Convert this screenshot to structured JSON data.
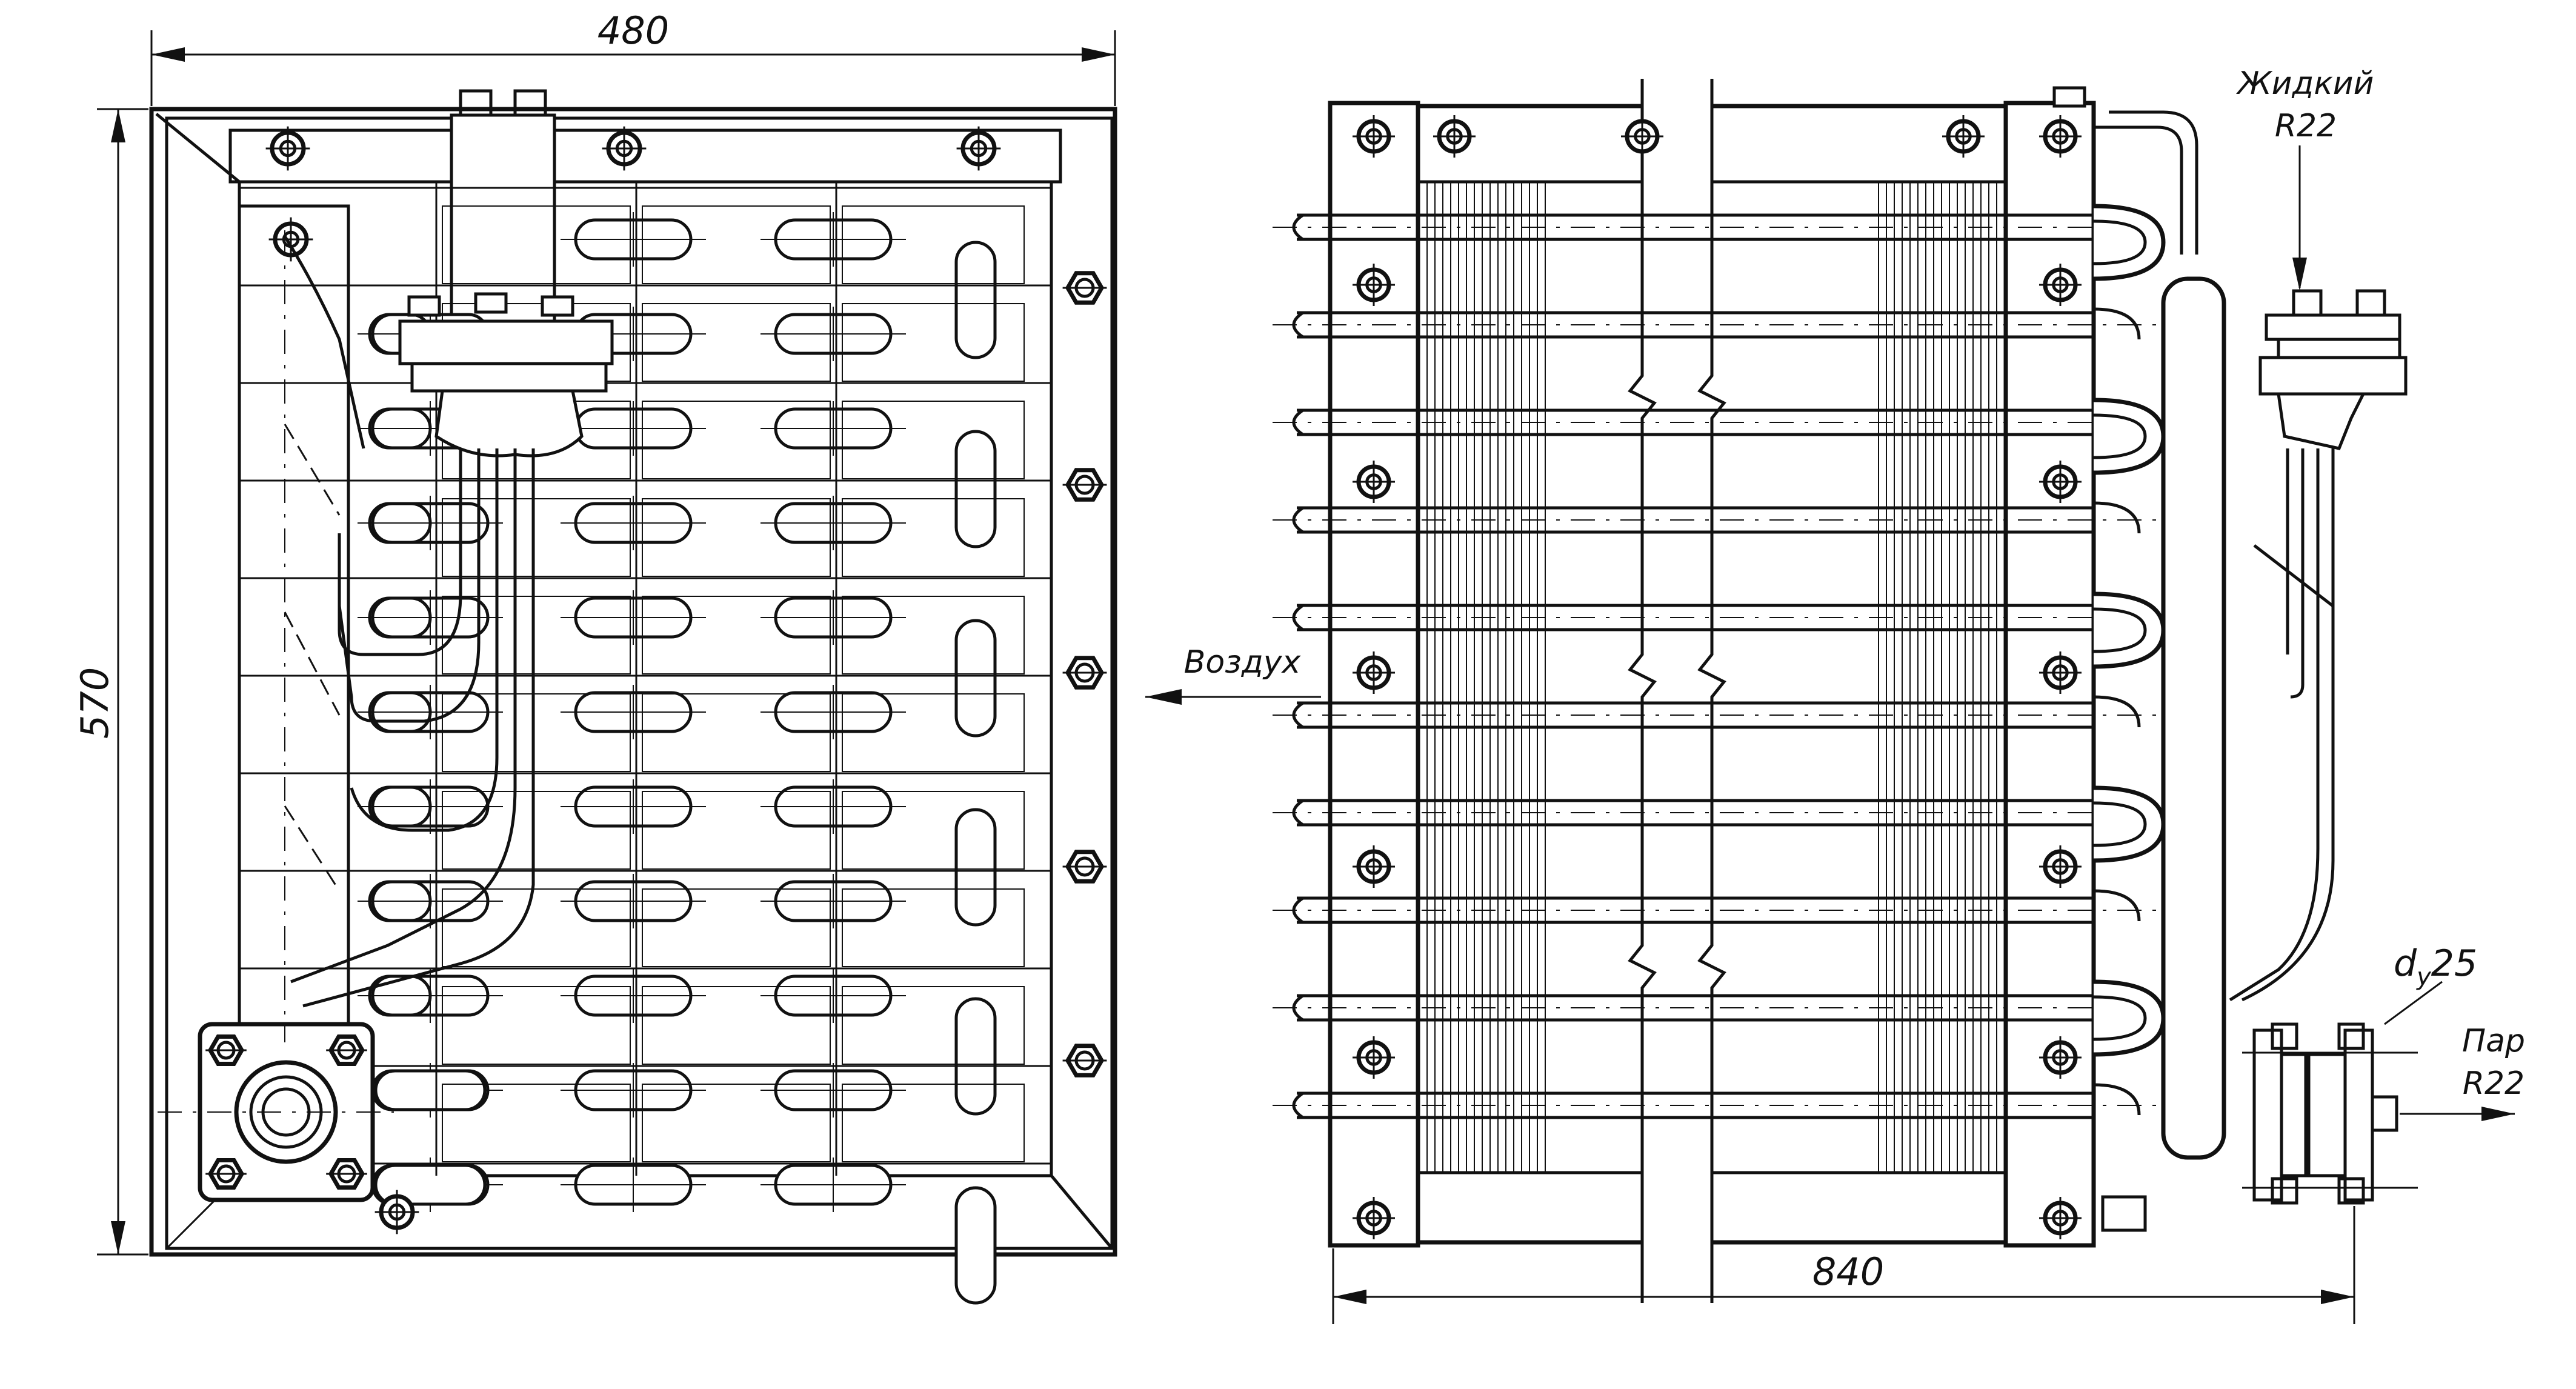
{
  "labels": {
    "width_front": "480",
    "height_front": "570",
    "length_side": "840",
    "air": "Воздух",
    "liquid_line1": "Жидкий",
    "liquid_line2": "R22",
    "vapor_line1": "Пар",
    "vapor_line2": "R22",
    "nozzle_d": "d",
    "nozzle_sub": "y",
    "nozzle_num": "25"
  }
}
